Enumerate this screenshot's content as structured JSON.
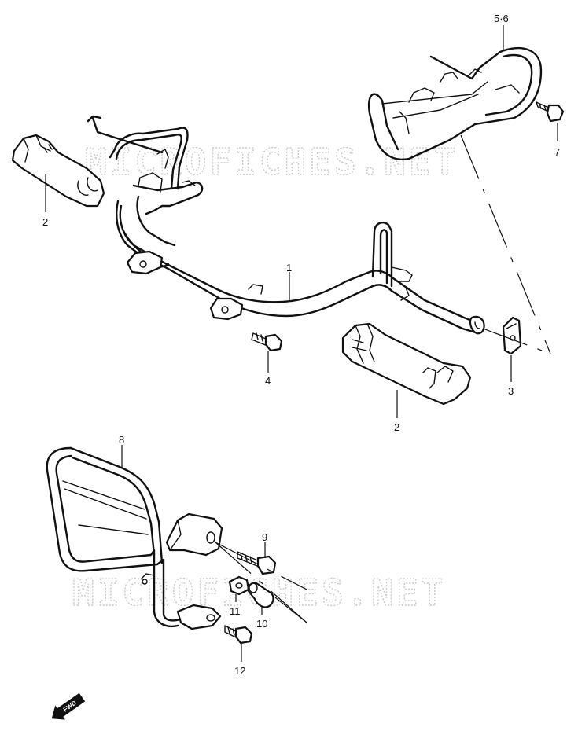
{
  "watermark_text": "MICROFICHES.NET",
  "fwd_label": "FWD",
  "callouts": {
    "c1": "1",
    "c2a": "2",
    "c2b": "2",
    "c3": "3",
    "c4": "4",
    "c56": "5·6",
    "c7": "7",
    "c8": "8",
    "c9": "9",
    "c10": "10",
    "c11": "11",
    "c12": "12"
  }
}
